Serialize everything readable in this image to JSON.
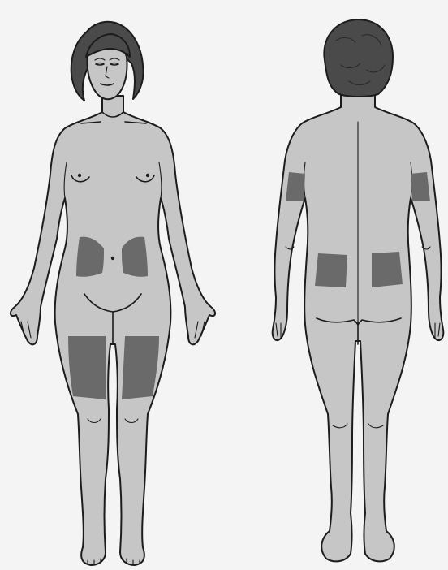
{
  "colors": {
    "background": "#f4f4f4",
    "skin": "#c6c6c6",
    "hair": "#4a4a4a",
    "outline": "#1c1c1c",
    "injection_site": "#6a6a6a"
  },
  "figures": [
    {
      "view": "front",
      "injection_sites": [
        "abdomen-left",
        "abdomen-right",
        "thigh-left",
        "thigh-right"
      ]
    },
    {
      "view": "back",
      "injection_sites": [
        "upper-arm-left",
        "upper-arm-right",
        "buttock-left",
        "buttock-right"
      ]
    }
  ]
}
